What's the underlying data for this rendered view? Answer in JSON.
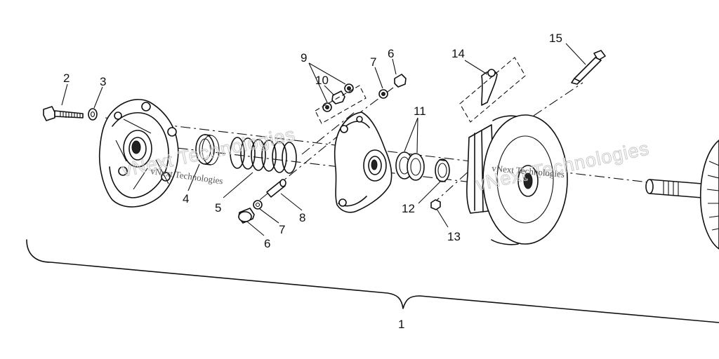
{
  "callouts": {
    "c1": "1",
    "c2": "2",
    "c3": "3",
    "c4": "4",
    "c5": "5",
    "c6a": "6",
    "c6b": "6",
    "c7a": "7",
    "c7b": "7",
    "c8": "8",
    "c9": "9",
    "c10": "10",
    "c11": "11",
    "c12": "12",
    "c13": "13",
    "c14": "14",
    "c15": "15"
  },
  "watermarks": {
    "w1_big": "vNext Technologies",
    "w1_small": "vNext Technologies",
    "w2_big": "vNext Technologies",
    "w2_small": "vNext Technologies"
  }
}
